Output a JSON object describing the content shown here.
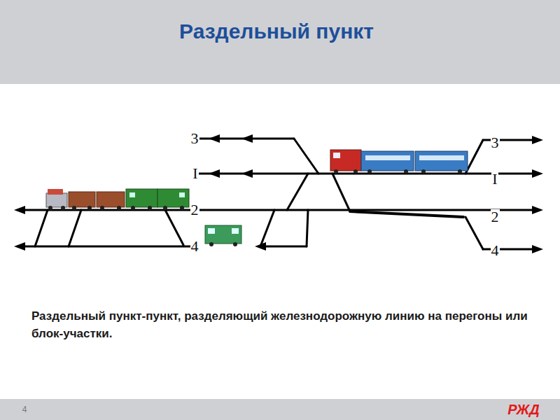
{
  "diagram": {
    "title": "Раздельный пункт",
    "caption": "Раздельный пункт-пункт, разделяющий железнодорожную линию на перегоны или блок-участки.",
    "labels": [
      "3",
      "I",
      "2",
      "4",
      "3",
      "I",
      "2",
      "4",
      "4",
      "РЖД"
    ]
  }
}
